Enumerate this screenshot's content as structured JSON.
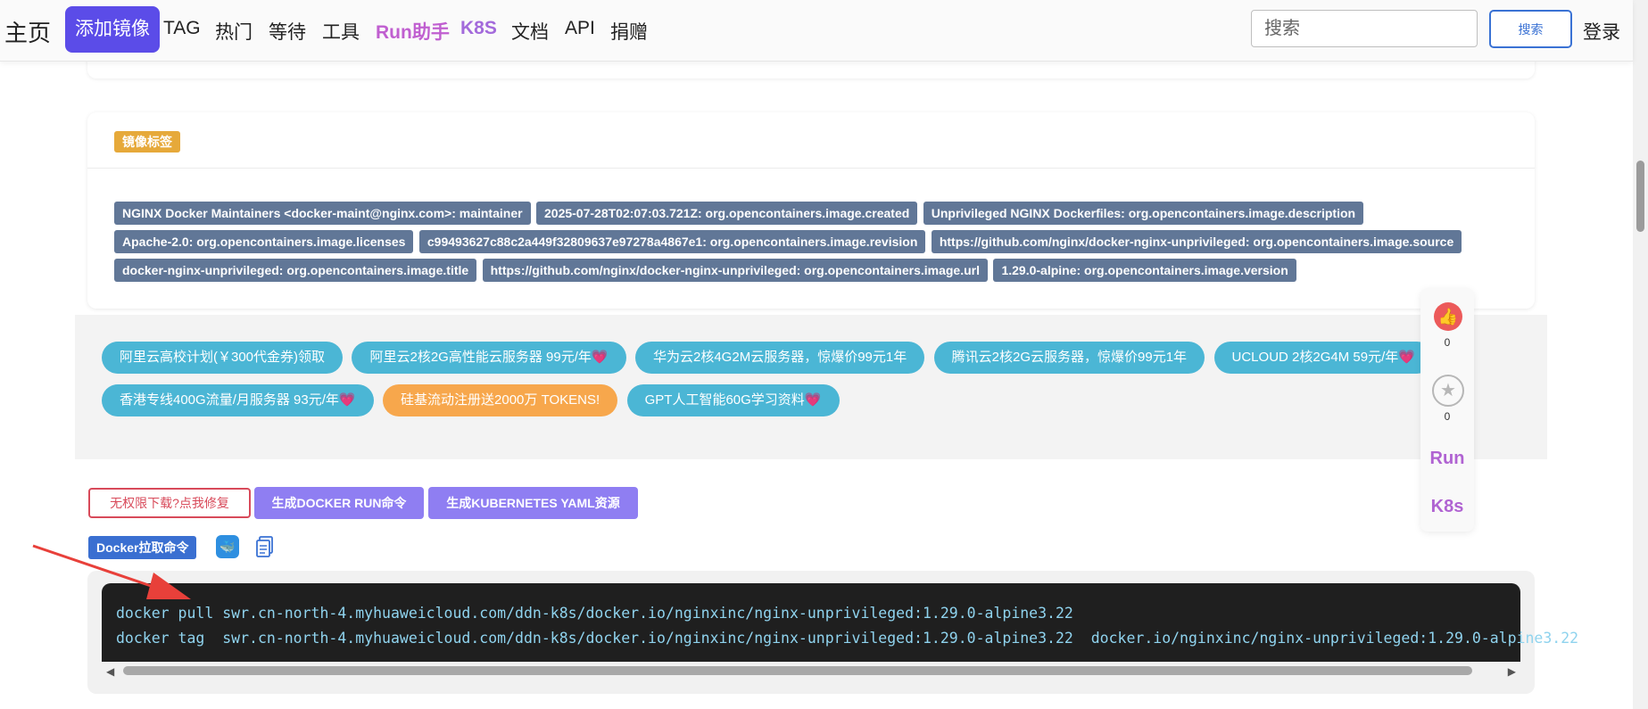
{
  "nav": {
    "brand": "主页",
    "add_image": "添加镜像",
    "tag": "TAG",
    "hot": "热门",
    "waiting": "等待",
    "tools": "工具",
    "run_helper": "Run助手",
    "k8s": "K8S",
    "docs": "文档",
    "api": "API",
    "donate": "捐赠",
    "search_placeholder": "搜索",
    "search_button": "搜索",
    "login": "登录"
  },
  "tags_card": {
    "title": "镜像标签",
    "labels": [
      "NGINX Docker Maintainers <docker-maint@nginx.com>: maintainer",
      "2025-07-28T02:07:03.721Z: org.opencontainers.image.created",
      "Unprivileged NGINX Dockerfiles: org.opencontainers.image.description",
      "Apache-2.0: org.opencontainers.image.licenses",
      "c99493627c88c2a449f32809637e97278a4867e1: org.opencontainers.image.revision",
      "https://github.com/nginx/docker-nginx-unprivileged: org.opencontainers.image.source",
      "docker-nginx-unprivileged: org.opencontainers.image.title",
      "https://github.com/nginx/docker-nginx-unprivileged: org.opencontainers.image.url",
      "1.29.0-alpine: org.opencontainers.image.version"
    ]
  },
  "promos": {
    "row1": [
      {
        "text": "阿里云高校计划(￥300代金券)领取",
        "heart": ""
      },
      {
        "text": "阿里云2核2G高性能云服务器 99元/年",
        "heart": "💗"
      },
      {
        "text": "华为云2核4G2M云服务器，惊爆价99元1年",
        "heart": ""
      },
      {
        "text": "腾讯云2核2G云服务器，惊爆价99元1年",
        "heart": ""
      },
      {
        "text": "UCLOUD 2核2G4M 59元/年",
        "heart": "💗"
      }
    ],
    "row2": [
      {
        "text": "香港专线400G流量/月服务器 93元/年",
        "heart": "💗"
      },
      {
        "text": "硅基流动注册送2000万 TOKENS!",
        "heart": ""
      },
      {
        "text": "GPT人工智能60G学习资料",
        "heart": "💗"
      }
    ]
  },
  "float_panel": {
    "like_count": "0",
    "star_count": "0",
    "run": "Run",
    "k8s": "K8s"
  },
  "actions": {
    "fix_permission": "无权限下载?点我修复",
    "gen_docker_run": "生成DOCKER RUN命令",
    "gen_k8s_yaml": "生成KUBERNETES YAML资源",
    "pull_cmd_badge": "Docker拉取命令"
  },
  "code": {
    "line1": "docker pull swr.cn-north-4.myhuaweicloud.com/ddn-k8s/docker.io/nginxinc/nginx-unprivileged:1.29.0-alpine3.22",
    "line2": "docker tag  swr.cn-north-4.myhuaweicloud.com/ddn-k8s/docker.io/nginxinc/nginx-unprivileged:1.29.0-alpine3.22  docker.io/nginxinc/nginx-unprivileged:1.29.0-alpine3.22"
  },
  "colors": {
    "nav_active": "#5b4ce8",
    "label_bg": "#617797",
    "promo_pill": "#4bb6d5",
    "promo_orange": "#f7a74c",
    "action_purple": "#8f7ef2",
    "code_bg": "#1f1f1f",
    "code_text": "#8fd3ee",
    "annotation_arrow": "#e8403a"
  }
}
